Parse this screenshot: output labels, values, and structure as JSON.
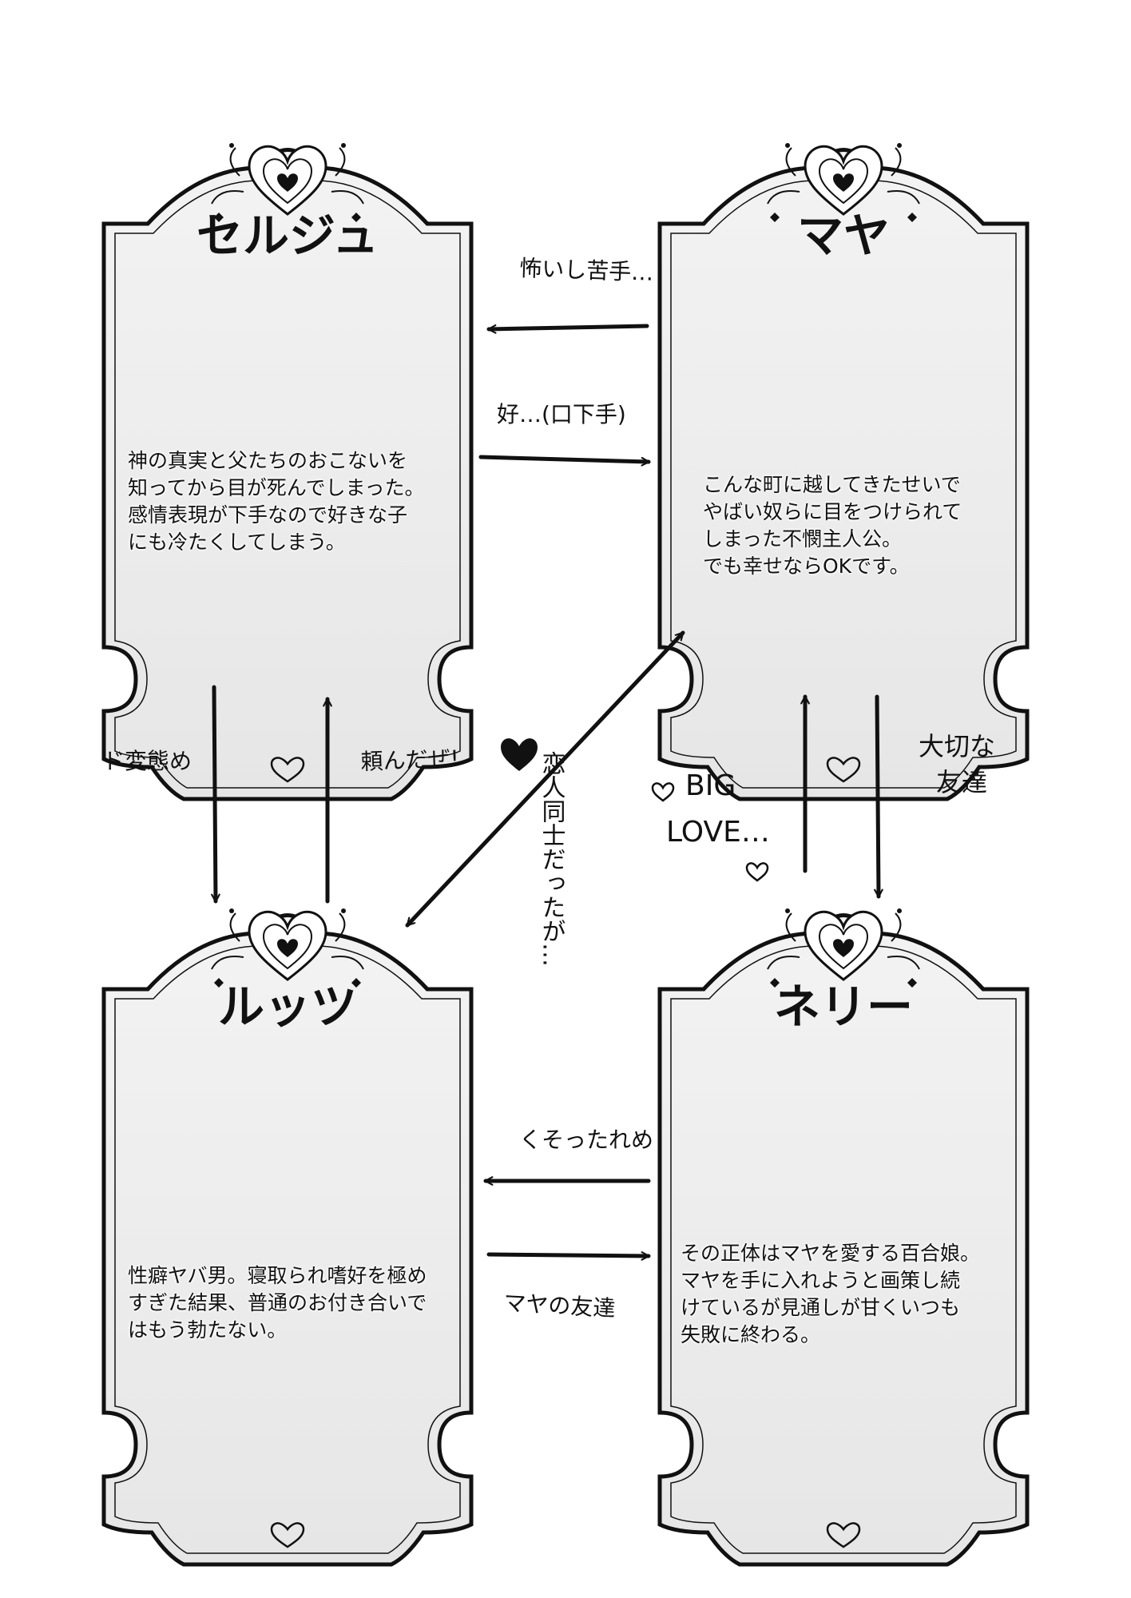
{
  "characters": {
    "serju": {
      "name": "セルジュ",
      "description": "神の真実と父たちのおこないを\n知ってから目が死んでしまった。\n感情表現が下手なので好きな子\nにも冷たくしてしまう。"
    },
    "maya": {
      "name": "マヤ",
      "description": "こんな町に越してきたせいで\nやばい奴らに目をつけられて\nしまった不憫主人公。\nでも幸せならOKです。"
    },
    "ruttsu": {
      "name": "ルッツ",
      "description": "性癖ヤバ男。寝取られ嗜好を極め\nすぎた結果、普通のお付き合いで\nはもう勃たない。"
    },
    "nelly": {
      "name": "ネリー",
      "description": "その正体はマヤを愛する百合娘。\nマヤを手に入れようと画策し続\nけているが見通しが甘くいつも\n失敗に終わる。"
    }
  },
  "relations": {
    "maya_to_serju": "怖いし苦手…",
    "serju_to_maya": "好…(口下手)",
    "serju_to_ruttsu": "ド変態め",
    "ruttsu_to_serju": "頼んだぜ!",
    "maya_ruttsu": "恋人同士だったが…",
    "nelly_to_maya_line1": "BIG",
    "nelly_to_maya_line2": "LOVE…",
    "maya_to_nelly_line1": "大切な",
    "maya_to_nelly_line2": "友達",
    "nelly_to_ruttsu": "くそったれめ",
    "ruttsu_to_nelly": "マヤの友達"
  },
  "icons": {
    "card_crest": "ornate-heart-crest-icon",
    "card_bottom": "heart-icon",
    "center_heart": "heart-icon"
  }
}
